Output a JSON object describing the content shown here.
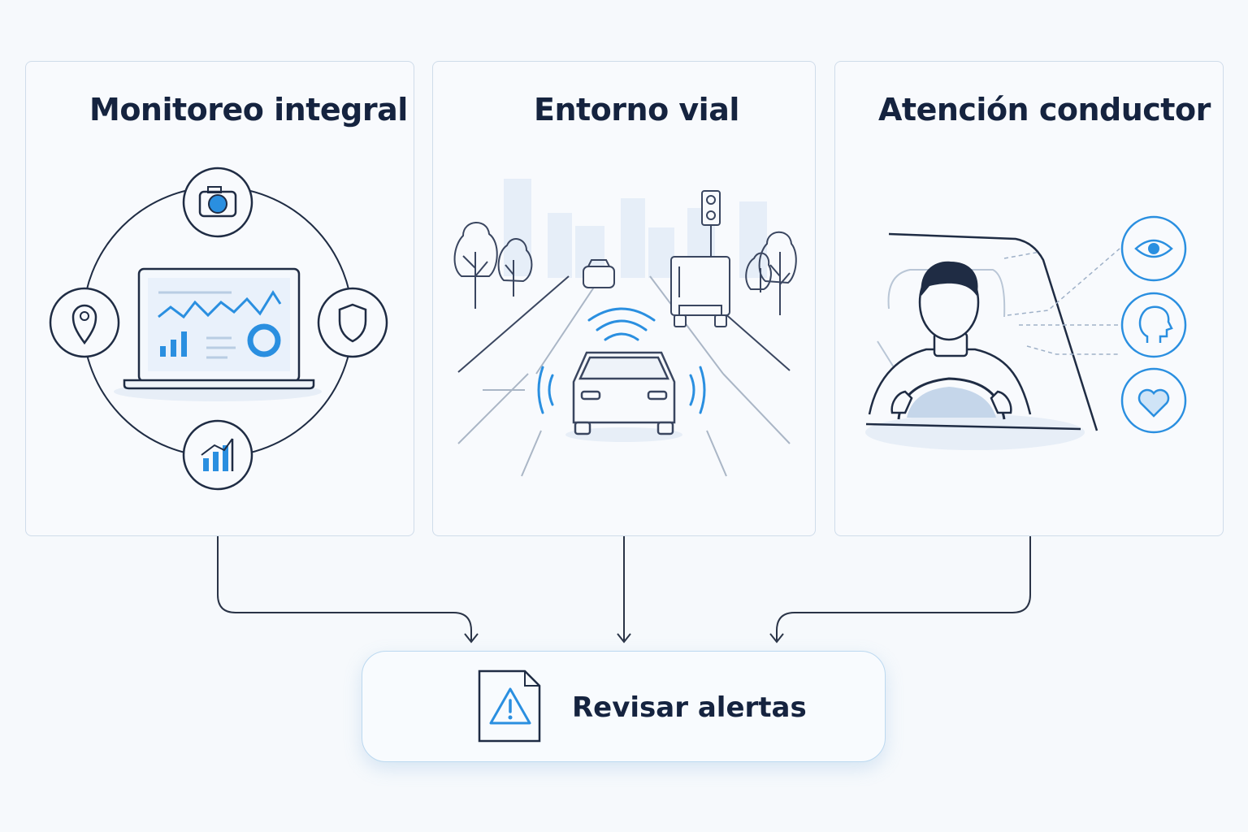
{
  "panels": [
    {
      "id": "monitoreo",
      "title": "Monitoreo integral",
      "icons": [
        "camera-icon",
        "location-pin-icon",
        "shield-icon",
        "bar-chart-icon",
        "laptop-dashboard-icon"
      ]
    },
    {
      "id": "entorno",
      "title": "Entorno vial",
      "icons": [
        "traffic-light-icon",
        "truck-icon",
        "car-icon",
        "tree-icon",
        "sensor-waves-icon"
      ]
    },
    {
      "id": "atencion",
      "title": "Atención conductor",
      "icons": [
        "driver-icon",
        "steering-wheel-icon",
        "eye-icon",
        "head-profile-icon",
        "heart-icon"
      ]
    }
  ],
  "action": {
    "label": "Revisar alertas",
    "icon": "warning-document-icon"
  },
  "colors": {
    "accent": "#2a8fe0",
    "ink": "#15233f",
    "border": "#cfdcea"
  }
}
